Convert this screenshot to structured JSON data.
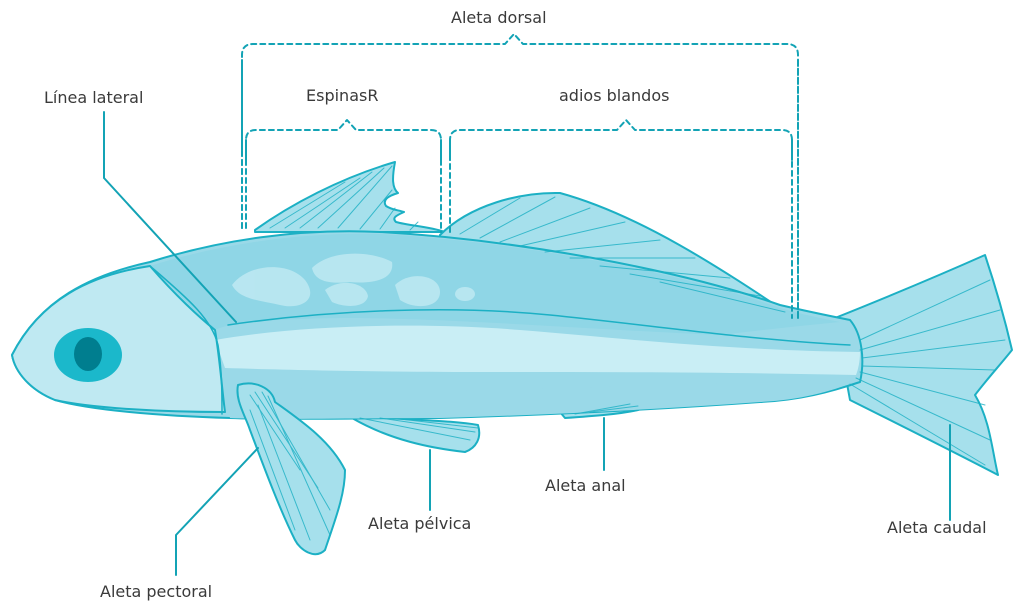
{
  "labels": {
    "dorsal_fin": "Aleta dorsal",
    "spines": "EspinasR",
    "soft_rays": "adios blandos",
    "lateral_line": "Línea lateral",
    "anal_fin": "Aleta anal",
    "pelvic_fin": "Aleta pélvica",
    "caudal_fin": "Aleta caudal",
    "pectoral_fin": "Aleta pectoral"
  },
  "colors": {
    "line": "#13a3b5",
    "outline": "#1cb0c4",
    "fin_fill": "#a6e0ec",
    "head_fill": "#bfe9f2",
    "back_fill": "#8fd6e6",
    "stripe_fill": "#c9eef5",
    "belly_fill": "#9ad9e8",
    "eye_outer": "#1bb8cb",
    "eye_inner": "#007e8f",
    "text": "#3a3a3a"
  }
}
